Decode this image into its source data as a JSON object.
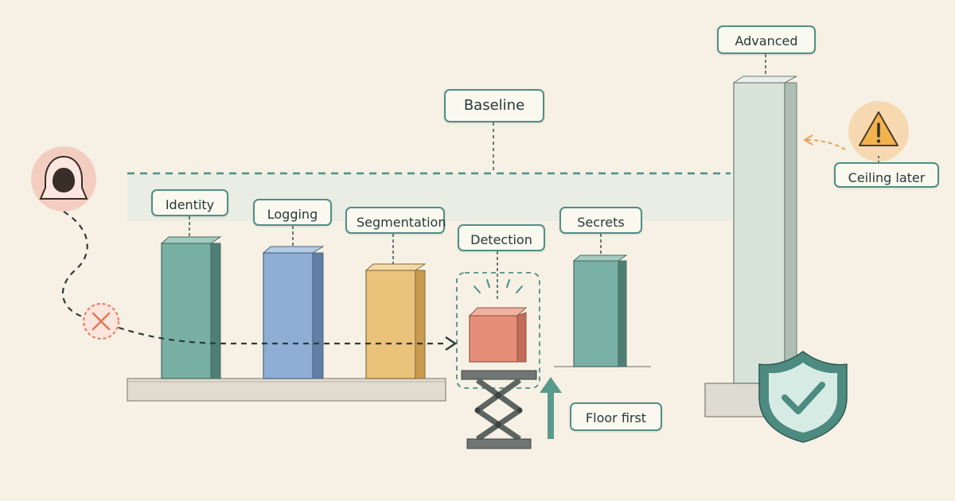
{
  "labels": {
    "baseline": "Baseline",
    "advanced": "Advanced",
    "identity": "Identity",
    "logging": "Logging",
    "segmentation": "Segmentation",
    "detection": "Detection",
    "secrets": "Secrets",
    "ceiling_later": "Ceiling later",
    "floor_first": "Floor first"
  },
  "pillars": [
    {
      "name": "Identity",
      "color": "#78b0a3"
    },
    {
      "name": "Logging",
      "color": "#8eaed3"
    },
    {
      "name": "Segmentation",
      "color": "#eac27a"
    },
    {
      "name": "Detection",
      "color": "#e58f78"
    },
    {
      "name": "Secrets",
      "color": "#79b1a6"
    },
    {
      "name": "Advanced",
      "color": "#d7e2d9"
    }
  ],
  "icons": {
    "attacker": "hooded-attacker-icon",
    "blocked": "blocked-x-icon",
    "warning": "warning-triangle-icon",
    "shield": "shield-check-icon",
    "lift": "scissor-lift-icon",
    "up_arrow": "up-arrow-icon"
  },
  "colors": {
    "background": "#f6f1e4",
    "accent": "#4f8f85",
    "warning": "#e8a05a",
    "attack_path": "#2f3b3a"
  }
}
